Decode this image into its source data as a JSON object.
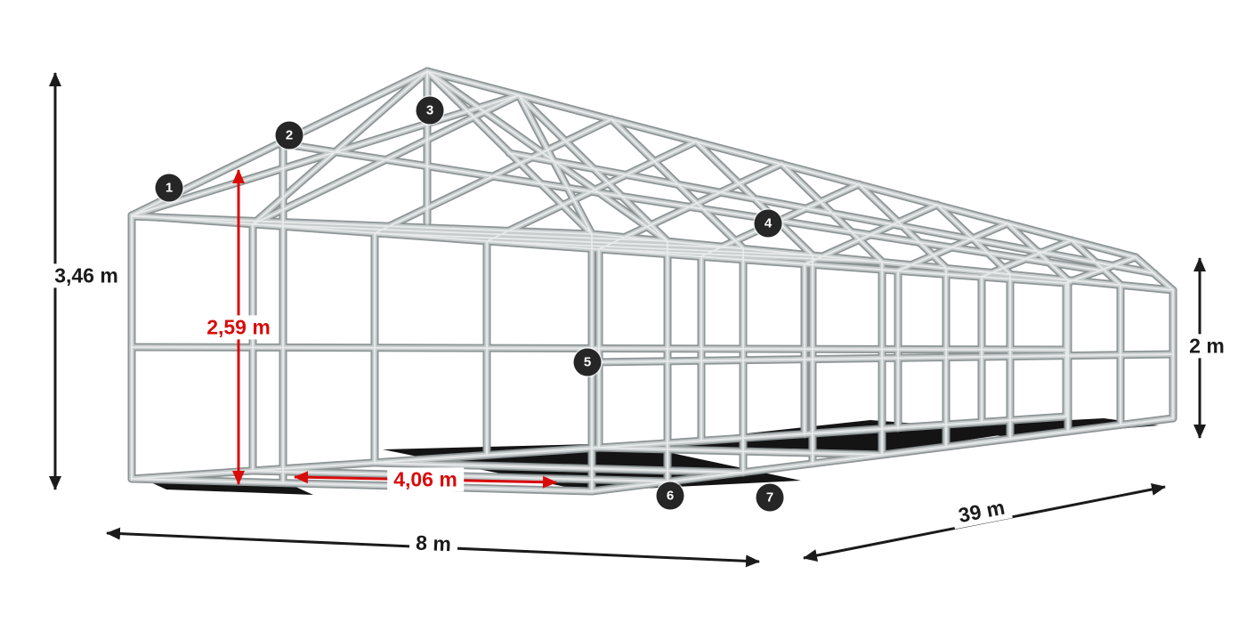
{
  "figure": {
    "description": "Perspective wireframe diagram of a long gable-roof tent / marquee steel tube frame with dimension callouts and numbered part markers"
  },
  "dimensions": {
    "total_height": "3,46 m",
    "clear_height": "2,59 m",
    "passage_width": "4,06 m",
    "width": "8 m",
    "length": "39 m",
    "side_height": "2 m"
  },
  "part_markers": [
    "1",
    "2",
    "3",
    "4",
    "5",
    "6",
    "7"
  ],
  "colors": {
    "background": "#ffffff",
    "dimension_primary": "#1b1b1b",
    "dimension_accent_red": "#d90b0b",
    "frame_tube_outline": "#8d9496",
    "frame_tube_fill": "#c7cccd",
    "frame_tube_highlight": "#e8eaeb",
    "shadow": "#141414",
    "badge_background": "#262626",
    "badge_text": "#ffffff"
  }
}
